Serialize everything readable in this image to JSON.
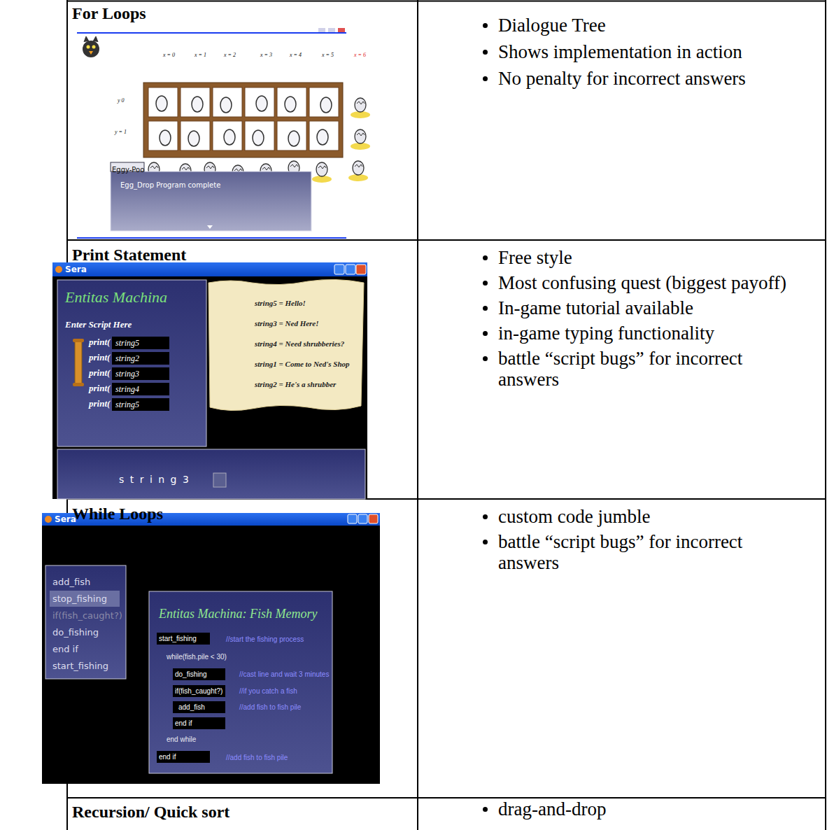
{
  "diagram": {
    "nodes": [
      {
        "text": [
          "For Loops"
        ]
      },
      {
        "text": [
          "Dialogue Tree",
          "Shows implementation in action",
          "No penalty for incorrect answers"
        ]
      },
      {
        "text": [
          "Eggy-Poo",
          "Egg_Drop Program complete"
        ],
        "in": 0
      },
      {
        "text": [
          "Print Statement"
        ]
      },
      {
        "text": [
          "Free style",
          "Most confusing quest (biggest payoff)",
          "In-game tutorial available",
          "in-game typing functionality",
          "battle “script bugs” for incorrect answers"
        ]
      },
      {
        "text": [
          "Sera"
        ],
        "in": 3
      },
      {
        "text": [
          "Entitas Machina",
          "Enter Script Here"
        ],
        "in": 5
      },
      {
        "text": [
          "string5 = Hello!",
          "string3 = Ned Here!",
          "string4 = Need shrubberies?",
          "string1 = Come to Ned's Shop",
          "string2 = He's a shrubber"
        ],
        "in": 5
      },
      {
        "text": [
          "s t r i n g 3"
        ],
        "in": 5
      },
      {
        "text": [
          "While Loops"
        ]
      },
      {
        "text": [
          "custom code jumble",
          "battle “script bugs” for incorrect answers"
        ]
      },
      {
        "text": [
          "Sera"
        ],
        "in": 9
      },
      {
        "text": [
          "add_fish",
          "stop_fishing",
          "if(fish_caught?)",
          "do_fishing",
          "end if",
          "start_fishing"
        ],
        "in": 11
      },
      {
        "text": [
          "Entitas Machina: Fish Memory"
        ],
        "in": 11
      },
      {
        "text": [
          "Recursion/ Quick sort"
        ]
      },
      {
        "text": [
          "drag-and-drop"
        ]
      }
    ],
    "labels": [
      "x = 0",
      "x = 1",
      "x = 2",
      "x = 3",
      "x = 4",
      "x = 5",
      "x = 6",
      "y 0",
      "y = 1",
      "print(",
      "print(",
      "print(",
      "print(",
      "print(",
      "string5",
      "string2",
      "string3",
      "string4",
      "string5",
      "start_fishing",
      "//start the fishing process",
      "while(fish.pile < 30)",
      "do_fishing",
      "//cast line and wait 3 minutes",
      "if(fish_caught?)",
      "//if you catch a fish",
      "add_fish",
      "//add fish to fish pile",
      "end if",
      "end while",
      "end if",
      "//add fish to fish pile"
    ]
  }
}
